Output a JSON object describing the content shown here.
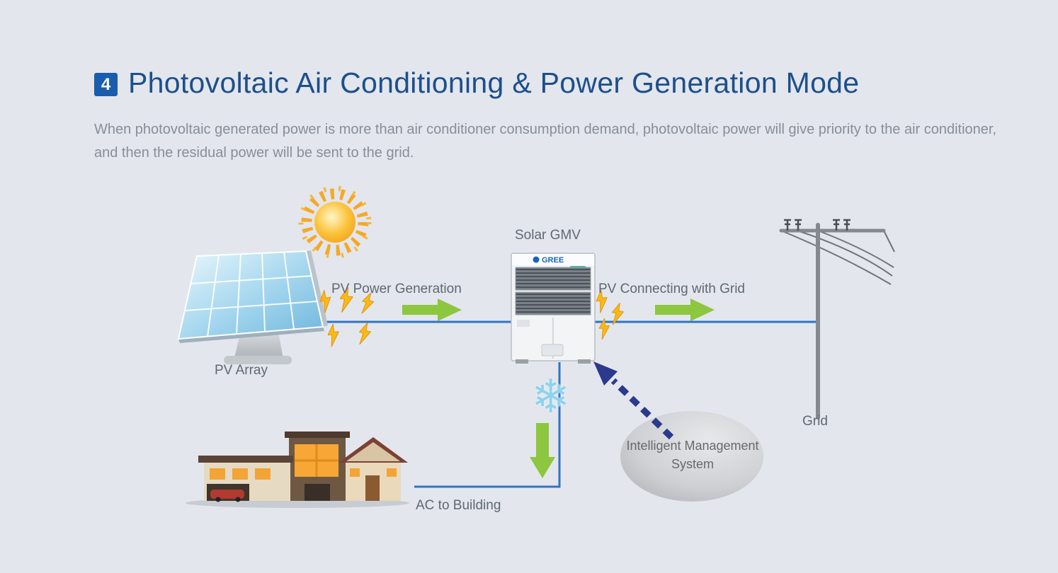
{
  "header": {
    "badge": "4",
    "title": "Photovoltaic Air Conditioning & Power Generation Mode",
    "description": "When photovoltaic generated power is more than air conditioner consumption demand, photovoltaic power will give priority to the air conditioner, and then the residual power will be sent to the grid."
  },
  "diagram": {
    "labels": {
      "pv_array": "PV Array",
      "pv_power_generation": "PV Power Generation",
      "solar_gmv": "Solar GMV",
      "pv_connecting_with_grid": "PV Connecting with Grid",
      "grid": "Grid",
      "ac_to_building": "AC to Building",
      "intelligent_management_system": "Intelligent Management System"
    },
    "ac_unit": {
      "brand": "GREE"
    },
    "colors": {
      "background": "#e3e6ec",
      "title": "#1d4f8c",
      "badge_bg": "#1a5dae",
      "body_text": "#878e9a",
      "connector_blue": "#2f74c4",
      "arrow_green": "#8dc63f",
      "bolt_gold": "#fdb813",
      "dashed_arrow_blue": "#2b3a8c"
    }
  }
}
